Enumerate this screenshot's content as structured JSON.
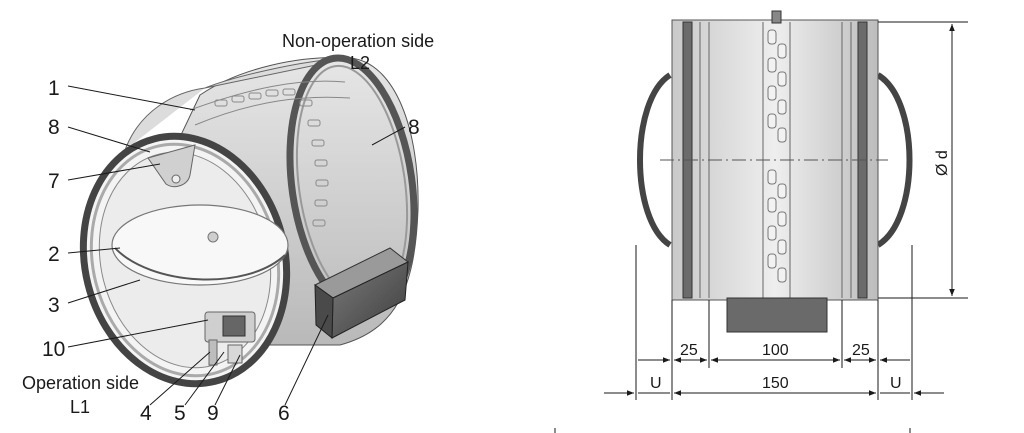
{
  "labels": {
    "non_operation_side": "Non-operation side",
    "l2": "L2",
    "operation_side": "Operation side",
    "l1": "L1"
  },
  "callouts": {
    "n1": "1",
    "n8a": "8",
    "n7": "7",
    "n2": "2",
    "n3": "3",
    "n10": "10",
    "n4": "4",
    "n5": "5",
    "n9": "9",
    "n6": "6",
    "n8b": "8"
  },
  "dimensions": {
    "d25_left": "25",
    "d100": "100",
    "d25_right": "25",
    "u_left": "U",
    "d150": "150",
    "u_right": "U",
    "diameter": "Ø d"
  }
}
